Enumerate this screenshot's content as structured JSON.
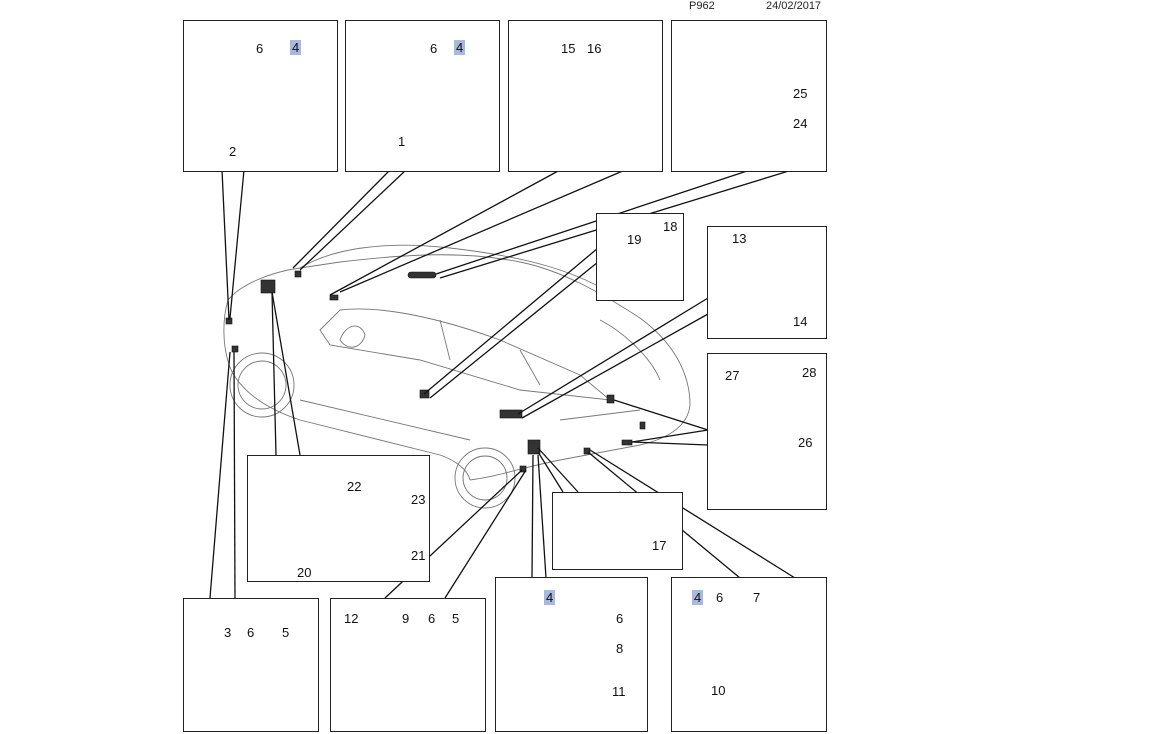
{
  "header": {
    "code": "P962",
    "date": "24/02/2017"
  },
  "highlight_color": "#a9b8dc",
  "panels": [
    {
      "id": "A",
      "labels": [
        "6",
        "4",
        "2"
      ],
      "highlighted": [
        "4"
      ]
    },
    {
      "id": "B",
      "labels": [
        "6",
        "4",
        "1"
      ],
      "highlighted": [
        "4"
      ]
    },
    {
      "id": "C",
      "labels": [
        "15",
        "16"
      ],
      "highlighted": []
    },
    {
      "id": "D",
      "labels": [
        "25",
        "24"
      ],
      "highlighted": []
    },
    {
      "id": "E",
      "labels": [
        "19",
        "18"
      ],
      "highlighted": []
    },
    {
      "id": "F",
      "labels": [
        "13",
        "14"
      ],
      "highlighted": []
    },
    {
      "id": "G",
      "labels": [
        "27",
        "28",
        "26"
      ],
      "highlighted": []
    },
    {
      "id": "H",
      "labels": [
        "22",
        "23",
        "21",
        "20"
      ],
      "highlighted": []
    },
    {
      "id": "I",
      "labels": [
        "17"
      ],
      "highlighted": []
    },
    {
      "id": "J",
      "labels": [
        "3",
        "6",
        "5"
      ],
      "highlighted": []
    },
    {
      "id": "K",
      "labels": [
        "12",
        "9",
        "6",
        "5"
      ],
      "highlighted": []
    },
    {
      "id": "L",
      "labels": [
        "4",
        "6",
        "8",
        "11"
      ],
      "highlighted": [
        "4"
      ]
    },
    {
      "id": "M",
      "labels": [
        "4",
        "6",
        "7",
        "10"
      ],
      "highlighted": [
        "4"
      ]
    }
  ],
  "icons": {
    "parking-sensor": "sensor",
    "sensor-grommet": "grommet",
    "control-module": "module",
    "mounting-bracket": "bracket",
    "bolt": "bolt",
    "nut": "nut",
    "wiring-harness": "harness",
    "car-body": "vehicle-outline"
  }
}
